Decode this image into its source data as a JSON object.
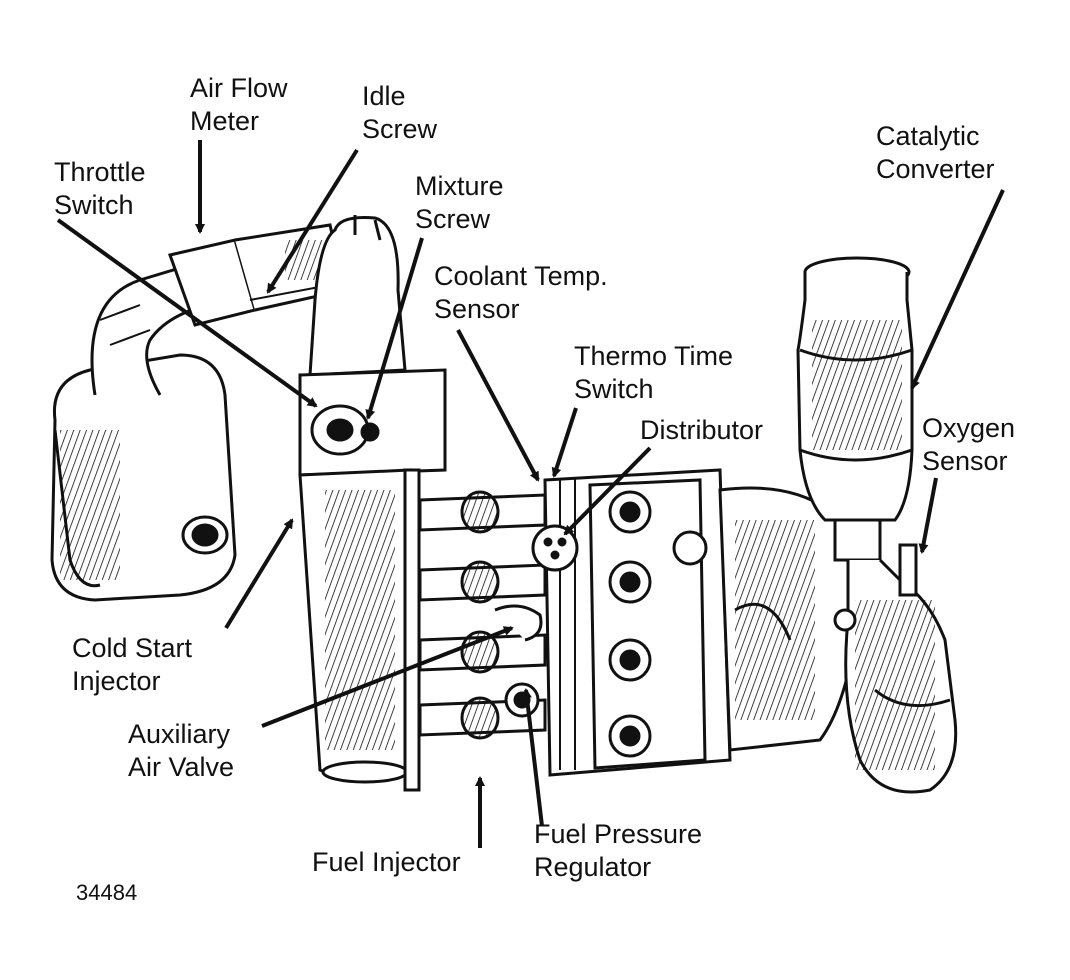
{
  "labels": {
    "air_flow_meter": [
      "Air Flow",
      "Meter"
    ],
    "idle_screw": [
      "Idle",
      "Screw"
    ],
    "throttle_switch": [
      "Throttle",
      "Switch"
    ],
    "mixture_screw": [
      "Mixture",
      "Screw"
    ],
    "coolant_temp_sensor": [
      "Coolant Temp.",
      "Sensor"
    ],
    "thermo_time_switch": [
      "Thermo Time",
      "Switch"
    ],
    "distributor": [
      "Distributor"
    ],
    "catalytic_converter": [
      "Catalytic",
      "Converter"
    ],
    "oxygen_sensor": [
      "Oxygen",
      "Sensor"
    ],
    "cold_start_injector": [
      "Cold Start",
      "Injector"
    ],
    "auxiliary_air_valve": [
      "Auxiliary",
      "Air Valve"
    ],
    "fuel_injector": [
      "Fuel Injector"
    ],
    "fuel_pressure_regulator": [
      "Fuel Pressure",
      "Regulator"
    ]
  },
  "figure_number": "34484",
  "colors": {
    "ink": "#111111",
    "paper": "#ffffff"
  }
}
